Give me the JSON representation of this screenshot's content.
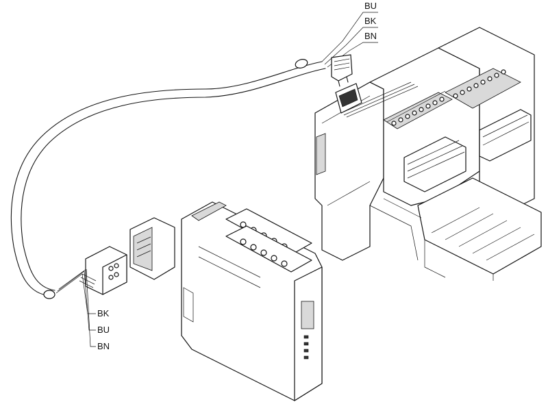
{
  "labels": {
    "top": [
      "BU",
      "BK",
      "BN"
    ],
    "bottom": [
      "BK",
      "BU",
      "BN"
    ]
  },
  "colors": {
    "line": "#111111",
    "background": "#ffffff",
    "shade": "#d9d9d9"
  }
}
